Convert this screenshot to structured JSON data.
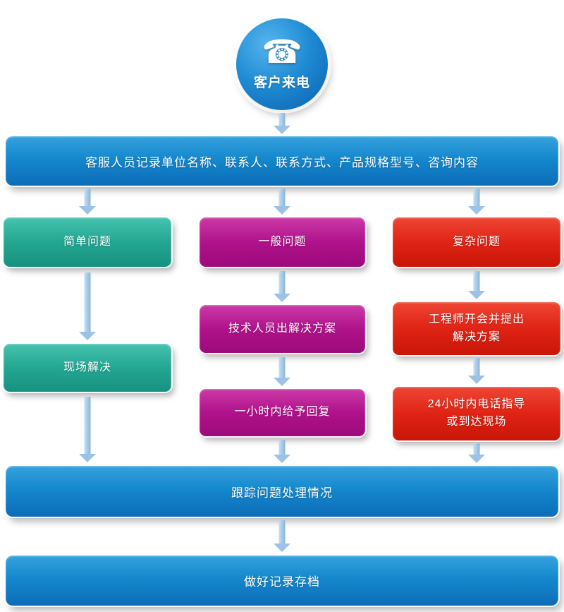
{
  "flow": {
    "start": {
      "label": "客户来电",
      "icon_glyph": "☎"
    },
    "record_bar": {
      "label": "客服人员记录单位名称、联系人、联系方式、产品规格型号、咨询内容"
    },
    "columns": {
      "simple": {
        "label": "简单问题"
      },
      "general": {
        "label": "一般问题"
      },
      "complex": {
        "label": "复杂问题"
      },
      "onsite": {
        "label": "现场解决"
      },
      "tech_solution": {
        "label": "技术人员出解决方案"
      },
      "engineer_meeting": {
        "line1": "工程师开会并提出",
        "line2": "解决方案"
      },
      "reply_one_hour": {
        "label": "一小时内给予回复"
      },
      "guidance_24h": {
        "line1": "24小时内电话指导",
        "line2": "或到达现场"
      }
    },
    "track_bar": {
      "label": "跟踪问题处理情况"
    },
    "archive_bar": {
      "label": "做好记录存档"
    }
  },
  "colors": {
    "blue_bar": "#0d6cb8",
    "teal_box": "#1d9c8a",
    "magenta_box": "#b0128b",
    "red_box": "#df2415",
    "arrow": "#a3c9e8"
  }
}
